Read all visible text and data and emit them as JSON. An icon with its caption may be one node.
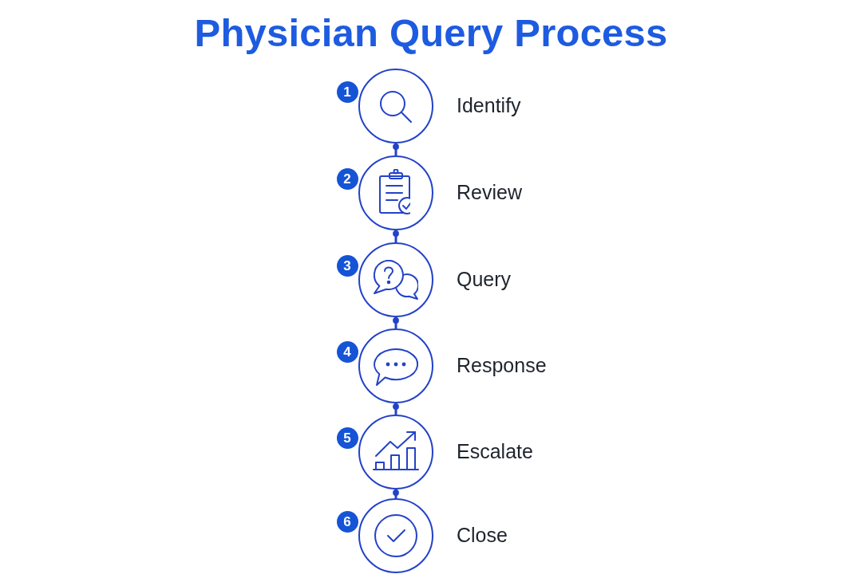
{
  "diagram": {
    "title": "Physician Query Process",
    "nodes": [
      {
        "text": [
          "Identify"
        ],
        "beside": [
          "1"
        ]
      },
      {
        "text": [
          "Review"
        ],
        "beside": [
          "2"
        ]
      },
      {
        "text": [
          "Query"
        ],
        "beside": [
          "3"
        ]
      },
      {
        "text": [
          "Response"
        ],
        "beside": [
          "4"
        ]
      },
      {
        "text": [
          "Escalate"
        ],
        "beside": [
          "5"
        ]
      },
      {
        "text": [
          "Close"
        ],
        "beside": [
          "6"
        ]
      }
    ],
    "edges": [
      {
        "from": 0,
        "to": 1,
        "arrow": "other"
      },
      {
        "from": 1,
        "to": 2,
        "arrow": "other"
      },
      {
        "from": 2,
        "to": 3,
        "arrow": "other"
      },
      {
        "from": 3,
        "to": 4,
        "arrow": "other"
      },
      {
        "from": 4,
        "to": 5,
        "arrow": "other"
      }
    ]
  }
}
